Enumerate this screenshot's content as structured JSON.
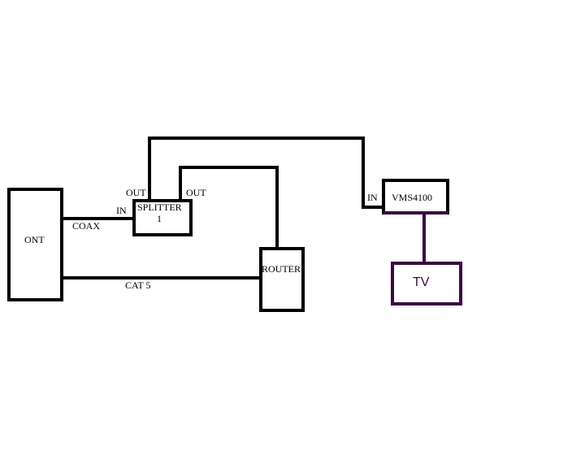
{
  "devices": {
    "ont": "ONT",
    "splitter_line1": "SPLITTER",
    "splitter_line2": "1",
    "router": "ROUTER",
    "vms": "VMS4100",
    "tv": "TV"
  },
  "labels": {
    "splitter_out_left": "OUT",
    "splitter_out_right": "OUT",
    "splitter_in": "IN",
    "coax": "COAX",
    "cat5": "CAT 5",
    "vms_in": "IN"
  },
  "colors": {
    "wire": "#000000",
    "tv_link": "#3a0a40"
  }
}
